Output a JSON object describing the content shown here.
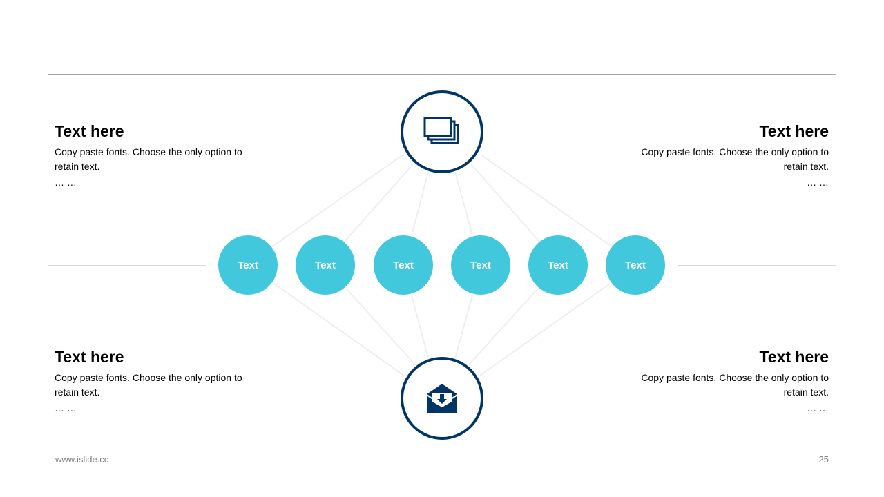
{
  "colors": {
    "navy": "#003566",
    "node_fill": "#41c8dc",
    "link": "#eeeeee",
    "rule": "#a6a6a6"
  },
  "hubs": {
    "top": {
      "icon": "stacked-windows-icon"
    },
    "bottom": {
      "icon": "envelope-download-icon"
    }
  },
  "nodes": [
    "Text",
    "Text",
    "Text",
    "Text",
    "Text",
    "Text"
  ],
  "blocks": {
    "top_left": {
      "title": "Text here",
      "body": "Copy paste fonts. Choose the only option to retain text.",
      "more": "…  …"
    },
    "top_right": {
      "title": "Text here",
      "body": "Copy paste fonts. Choose the only option to retain text.",
      "more": "…  …"
    },
    "bottom_left": {
      "title": "Text here",
      "body": "Copy paste fonts. Choose the only option to retain text.",
      "more": "…  …"
    },
    "bottom_right": {
      "title": "Text here",
      "body": "Copy paste fonts. Choose the only option to retain text.",
      "more": "…  …"
    }
  },
  "footer": {
    "website": "www.islide.cc",
    "page_number": "25"
  }
}
